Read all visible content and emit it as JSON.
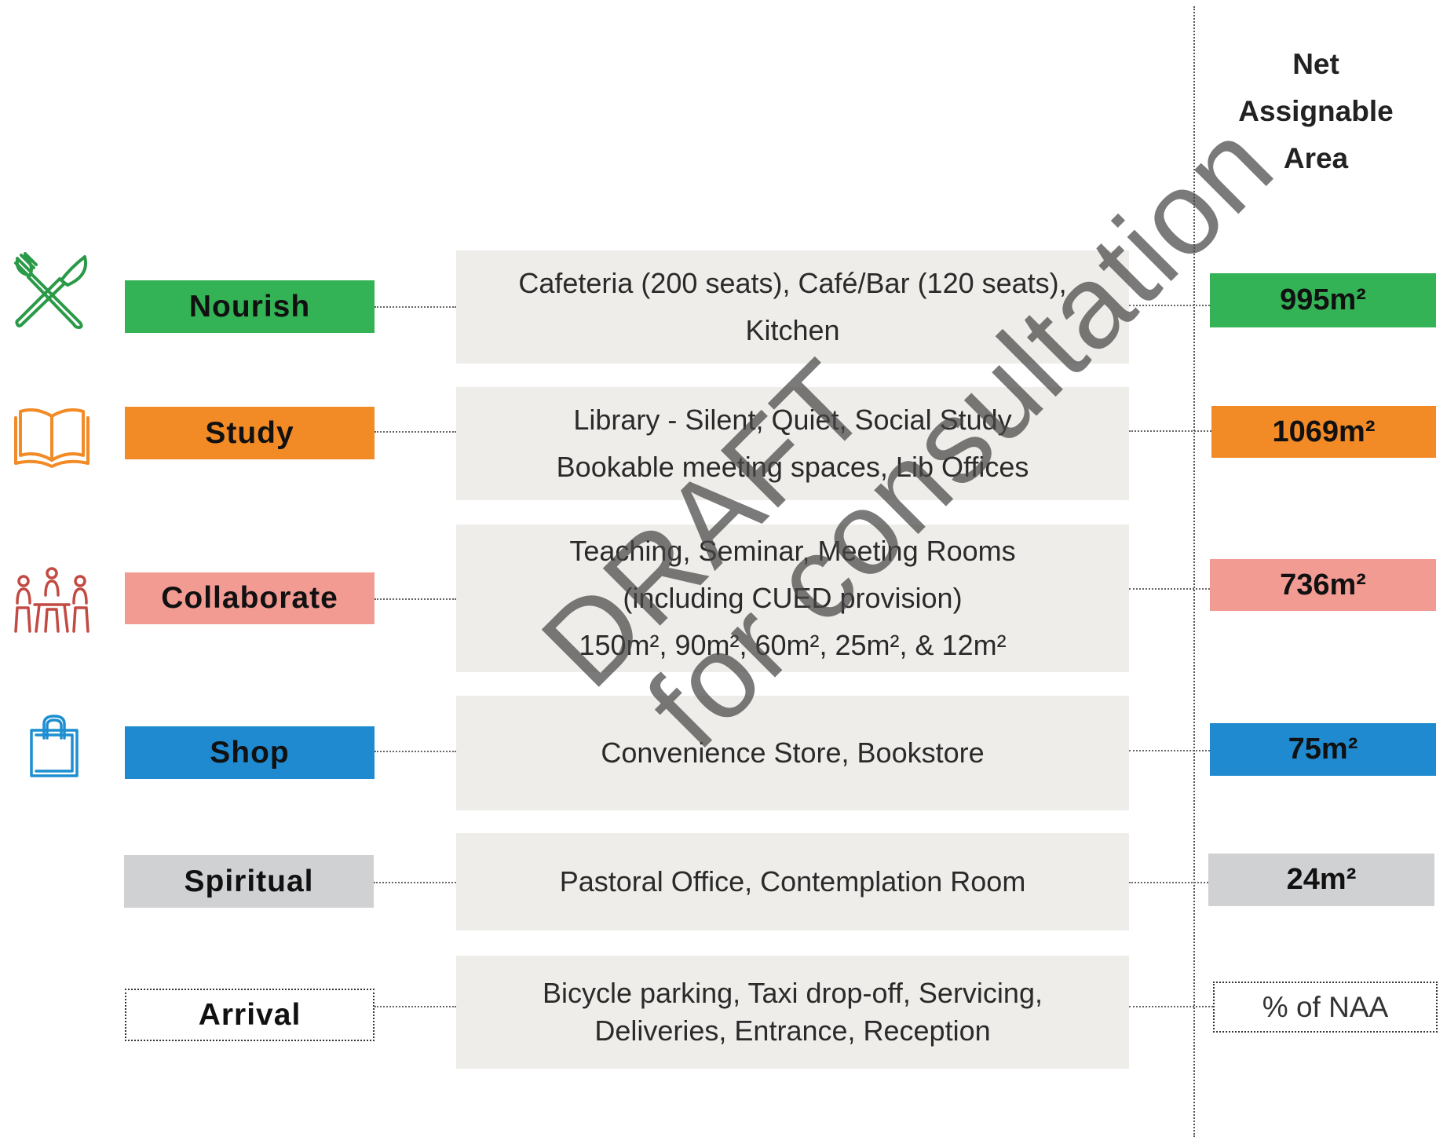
{
  "header": {
    "title_lines": [
      "Net",
      "Assignable",
      "Area"
    ]
  },
  "rows": [
    {
      "label": "Nourish",
      "icon": "cutlery-icon",
      "color": "#34b356",
      "desc_lines": [
        "Cafeteria (200 seats), Café/Bar (120 seats),",
        "Kitchen"
      ],
      "area": "995m²"
    },
    {
      "label": "Study",
      "icon": "book-icon",
      "color": "#f28a26",
      "desc_lines": [
        "Library - Silent, Quiet, Social Study",
        "Bookable meeting spaces, Lib Offices"
      ],
      "area": "1069m²"
    },
    {
      "label": "Collaborate",
      "icon": "people-meeting-icon",
      "color": "#f29b93",
      "desc_lines": [
        "Teaching, Seminar, Meeting Rooms",
        "(including CUED provision)",
        "150m², 90m², 60m², 25m², & 12m²"
      ],
      "area": "736m²"
    },
    {
      "label": "Shop",
      "icon": "shopping-bag-icon",
      "color": "#1f8acf",
      "desc_lines": [
        "Convenience Store, Bookstore"
      ],
      "area": "75m²"
    },
    {
      "label": "Spiritual",
      "icon": "",
      "color": "#d0d1d3",
      "desc_lines": [
        "Pastoral Office, Contemplation Room"
      ],
      "area": "24m²"
    },
    {
      "label": "Arrival",
      "icon": "",
      "color": "#ffffff",
      "desc_lines": [
        "Bicycle parking, Taxi drop-off, Servicing,",
        "Deliveries, Entrance, Reception"
      ],
      "area": "% of NAA"
    }
  ],
  "watermark": {
    "lines": [
      "DRAFT",
      "for consultation"
    ]
  }
}
